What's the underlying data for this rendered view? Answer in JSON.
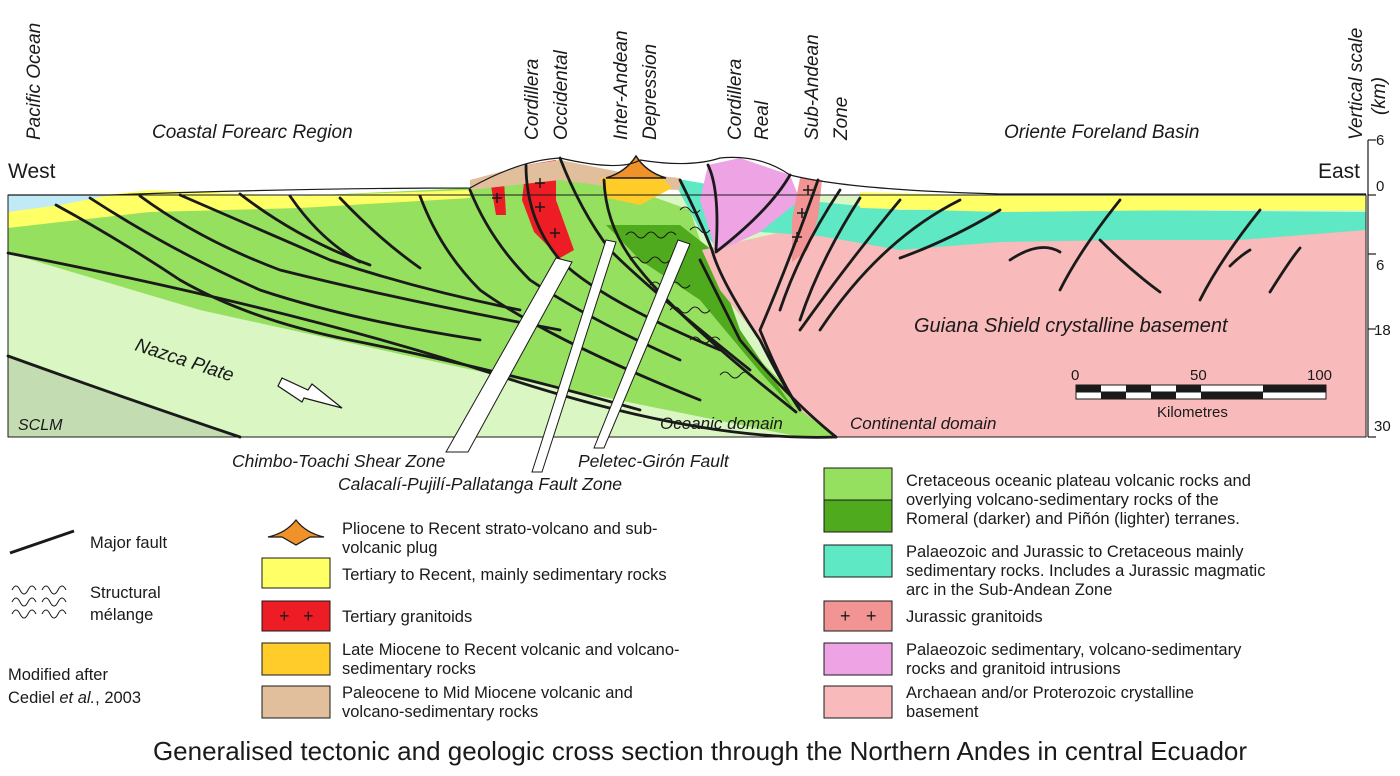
{
  "title": "Generalised tectonic and geologic cross section through the Northern Andes in central Ecuador",
  "orientation": {
    "west": "West",
    "east": "East"
  },
  "regions": {
    "pacific_ocean": "Pacific Ocean",
    "coastal_forearc": "Coastal Forearc Region",
    "cordillera_occidental": [
      "Cordillera",
      "Occidental"
    ],
    "inter_andean": [
      "Inter-Andean",
      "Depression"
    ],
    "cordillera_real": [
      "Cordillera",
      "Real"
    ],
    "sub_andean": [
      "Sub-Andean",
      "Zone"
    ],
    "oriente": "Oriente Foreland Basin"
  },
  "section_labels": {
    "nazca_plate": "Nazca Plate",
    "sclm": "SCLM",
    "oceanic_domain": "Oceanic domain",
    "continental_domain": "Continental domain",
    "guiana_shield": "Guiana Shield crystalline basement"
  },
  "faults": {
    "chimbo": "Chimbo-Toachi Shear Zone",
    "calacali": "Calacalí-Pujilí-Pallatanga Fault Zone",
    "peletec": "Peletec-Girón Fault"
  },
  "vertical_scale": {
    "label": [
      "Vertical scale",
      "(km)"
    ],
    "ticks": [
      "6",
      "0",
      "6",
      "18",
      "30"
    ]
  },
  "horizontal_scale": {
    "label": "Kilometres",
    "ticks": [
      "0",
      "50",
      "100"
    ]
  },
  "legend_left": {
    "major_fault": "Major fault",
    "melange": [
      "Structural",
      "mélange"
    ],
    "credit": [
      "Modified after",
      "Cediel ",
      "et al.",
      ", 2003"
    ]
  },
  "legend_middle": [
    {
      "id": "volcano",
      "lines": [
        "Pliocene to Recent strato-volcano and sub-",
        "volcanic plug"
      ],
      "color": "#f0922a"
    },
    {
      "id": "tertiary_sed",
      "lines": [
        "Tertiary to Recent, mainly sedimentary rocks"
      ],
      "color": "#ffff66"
    },
    {
      "id": "tertiary_gran",
      "lines": [
        "Tertiary granitoids"
      ],
      "color": "#ee1c24"
    },
    {
      "id": "miocene_volc",
      "lines": [
        "Late Miocene to Recent volcanic and volcano-",
        "sedimentary rocks"
      ],
      "color": "#ffcc29"
    },
    {
      "id": "paleocene_volc",
      "lines": [
        "Paleocene to Mid Miocene volcanic and",
        "volcano-sedimentary rocks"
      ],
      "color": "#e2bf9c"
    }
  ],
  "legend_right": [
    {
      "id": "cretaceous",
      "lines": [
        "Cretaceous oceanic plateau volcanic rocks and",
        "overlying volcano-sedimentary rocks of the",
        "Romeral (darker) and Piñón (lighter) terranes."
      ],
      "color_light": "#96e060",
      "color_dark": "#4faa1e"
    },
    {
      "id": "palaeozoic_jur",
      "lines": [
        "Palaeozoic and Jurassic to Cretaceous mainly",
        "sedimentary rocks. Includes a Jurassic magmatic",
        "arc in the Sub-Andean Zone"
      ],
      "color": "#5ee8c4"
    },
    {
      "id": "jurassic_gran",
      "lines": [
        "Jurassic granitoids"
      ],
      "color": "#f29494"
    },
    {
      "id": "palaeozoic_sed",
      "lines": [
        "Palaeozoic sedimentary, volcano-sedimentary",
        "rocks and granitoid intrusions"
      ],
      "color": "#eea4e4"
    },
    {
      "id": "basement",
      "lines": [
        "Archaean and/or Proterozoic crystalline",
        "basement"
      ],
      "color": "#f8baba"
    }
  ],
  "colors": {
    "ocean": "#bfeaf6",
    "nazca": "#d9f6c3",
    "sclm": "#c3dcb2",
    "plateau_light": "#96e060",
    "plateau_dark": "#4faa1e",
    "yellow": "#ffff66",
    "basement": "#f8baba",
    "teal": "#5ee8c4",
    "pink": "#eea4e4",
    "red": "#ee1c24",
    "tan": "#e2bf9c",
    "orange": "#ffcc29",
    "volcano": "#f0922a"
  }
}
